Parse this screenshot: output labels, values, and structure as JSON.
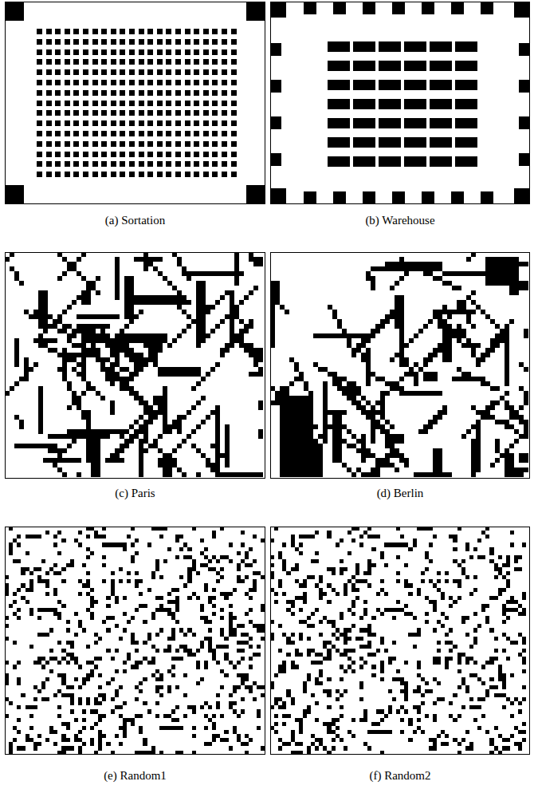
{
  "diagram": {
    "labels": [
      "(a) Sortation",
      "(b) Warehouse",
      "(c) Paris",
      "(d) Berlin",
      "(e) Random1",
      "(f) Random2"
    ]
  }
}
